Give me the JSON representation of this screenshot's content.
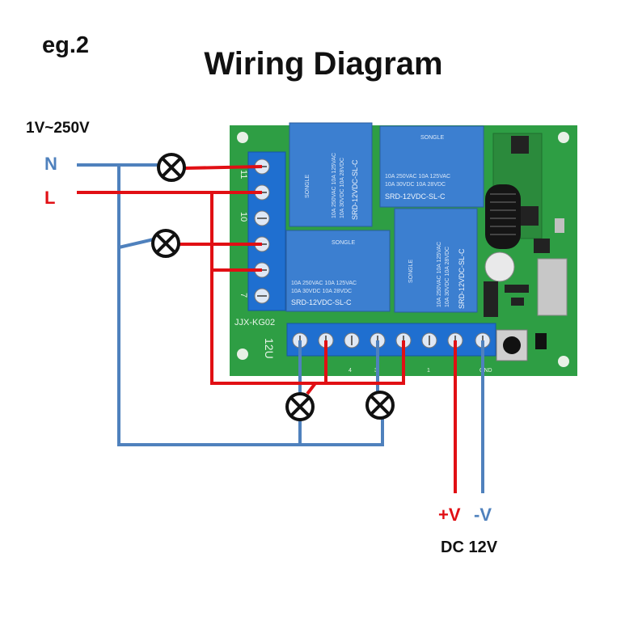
{
  "header": {
    "example": "eg.2",
    "title": "Wiring Diagram"
  },
  "supply": {
    "voltage": "1V~250V",
    "neutral": "N",
    "live": "L"
  },
  "dc": {
    "positive": "+V",
    "negative": "-V",
    "label": "DC 12V"
  },
  "colors": {
    "live_wire": "#e10f14",
    "neutral_wire": "#4f81bd",
    "board": "#2e9e44",
    "relay": "#3c7fd0"
  },
  "relays": [
    {
      "brand": "SONGLE",
      "spec1": "10A 250VAC 10A 125VAC",
      "spec2": "10A 30VDC 10A 28VDC",
      "model": "SRD-12VDC-SL-C"
    },
    {
      "brand": "SONGLE",
      "spec1": "10A 250VAC 10A 125VAC",
      "spec2": "10A 30VDC 10A 28VDC",
      "model": "SRD-12VDC-SL-C"
    },
    {
      "brand": "SONGLE",
      "spec1": "10A 250VAC 10A 125VAC",
      "spec2": "10A 30VDC 10A 28VDC",
      "model": "SRD-12VDC-SL-C"
    },
    {
      "brand": "SONGLE",
      "spec1": "10A 250VAC 10A 125VAC",
      "spec2": "10A 30VDC 10A 28VDC",
      "model": "SRD-12VDC-SL-C"
    }
  ],
  "board": {
    "model": "JJX-KG02",
    "voltage": "12U",
    "left_labels": [
      "11",
      "10",
      "7"
    ],
    "bottom_labels": [
      "4",
      "3",
      "1",
      "GND"
    ]
  }
}
